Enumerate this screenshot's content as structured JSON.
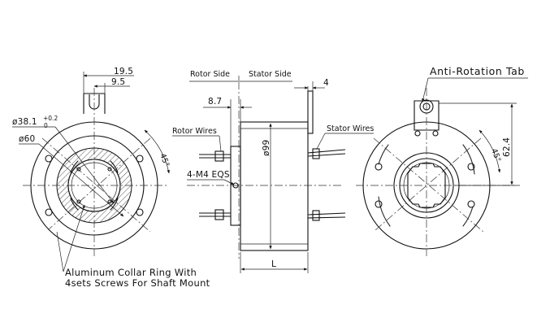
{
  "dimensions": {
    "d19_5": "19.5",
    "d9_5": "9.5",
    "d38_1": "ø38.1",
    "d38_1_tol_upper": "+0.2",
    "d38_1_tol_lower": "0",
    "d60": "ø60",
    "angle_left": "45°",
    "d8_7": "8.7",
    "d99": "ø99",
    "d4": "4",
    "dL": "L",
    "d62_4": "62.4",
    "angle_right": "45°"
  },
  "labels": {
    "rotor_side": "Rotor Side",
    "stator_side": "Stator Side",
    "rotor_wires": "Rotor Wires",
    "stator_wires": "Stator Wires",
    "mounting_holes": "4-M4 EQS",
    "anti_rotation_tab": "Anti-Rotation Tab",
    "collar_note_line1": "Aluminum Collar Ring With",
    "collar_note_line2": "4sets Screws For Shaft Mount"
  }
}
